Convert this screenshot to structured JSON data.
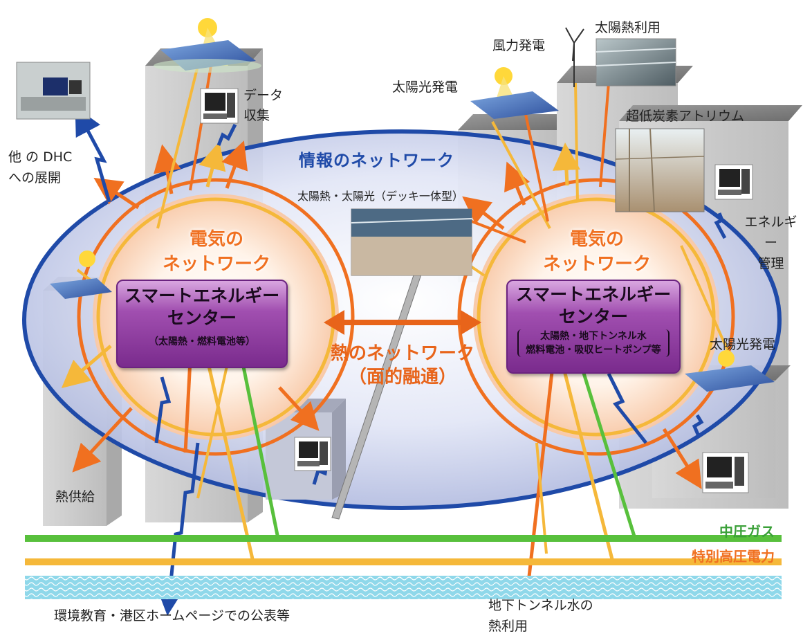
{
  "labels": {
    "other_dhc": "他 の DHC\nへの展開",
    "data_collect": "データ\n収集",
    "wind_power": "風力発電",
    "solar_heat_use": "太陽熱利用",
    "solar_power_top": "太陽光発電",
    "ultra_low_carbon": "超低炭素アトリウム",
    "energy_mgmt": "エネルギー\n管理",
    "deck_solar": "太陽熱・太陽光（デッキ一体型）",
    "solar_power_right": "太陽光発電",
    "heat_supply": "熱供給",
    "env_education": "環境教育・港区ホームページでの公表等",
    "tunnel_water": "地下トンネル水の\n熱利用"
  },
  "networks": {
    "info": "情報のネットワーク",
    "elec_left": "電気の\nネットワーク",
    "elec_right": "電気の\nネットワーク",
    "heat": "熱のネットワーク\n（面的融通）"
  },
  "centers": {
    "left_title": "スマートエネルギー\nセンター",
    "left_sub": "（太陽熱・燃料電池等）",
    "right_title": "スマートエネルギー\nセンター",
    "right_sub": "太陽熱・地下トンネル水\n燃料電池・吸収ヒートポンプ等"
  },
  "supply_lines": {
    "gas": "中圧ガス",
    "power": "特別高圧電力"
  },
  "colors": {
    "info_blue": "#1f4aa8",
    "elec_orange": "#f07020",
    "elec_yellow": "#f5b83a",
    "gas_green": "#58c03c",
    "heat_orange": "#e8641a",
    "center_purple": "#8a349c",
    "water_cyan": "#7fd3e8"
  }
}
